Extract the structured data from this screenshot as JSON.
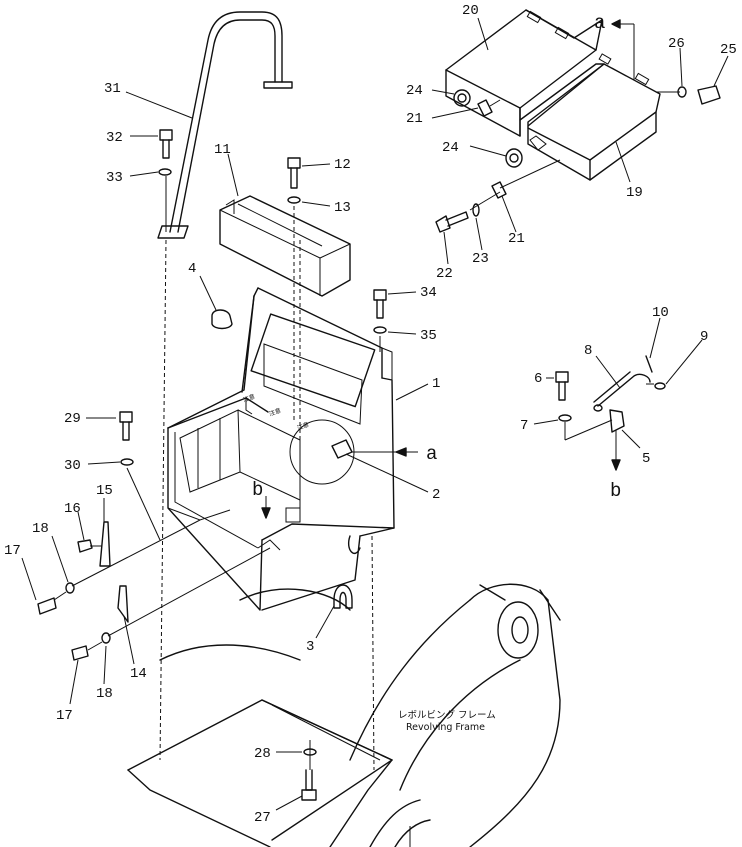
{
  "callouts": {
    "c1": "1",
    "c2": "2",
    "c3": "3",
    "c4": "4",
    "c5": "5",
    "c6": "6",
    "c7": "7",
    "c8": "8",
    "c9": "9",
    "c10": "10",
    "c11": "11",
    "c12": "12",
    "c13": "13",
    "c14": "14",
    "c15": "15",
    "c16": "16",
    "c17a": "17",
    "c17b": "17",
    "c18a": "18",
    "c18b": "18",
    "c19": "19",
    "c20": "20",
    "c21a": "21",
    "c21b": "21",
    "c22": "22",
    "c23": "23",
    "c24a": "24",
    "c24b": "24",
    "c25": "25",
    "c26": "26",
    "c27": "27",
    "c28": "28",
    "c29": "29",
    "c30": "30",
    "c31": "31",
    "c32": "32",
    "c33": "33",
    "c34": "34",
    "c35": "35"
  },
  "view_markers": {
    "a_top": "a",
    "a_side": "a",
    "b_detail": "b",
    "b_box": "b"
  },
  "frame_note": {
    "japanese": "レボルビング フレーム",
    "english": "Revolving Frame"
  }
}
